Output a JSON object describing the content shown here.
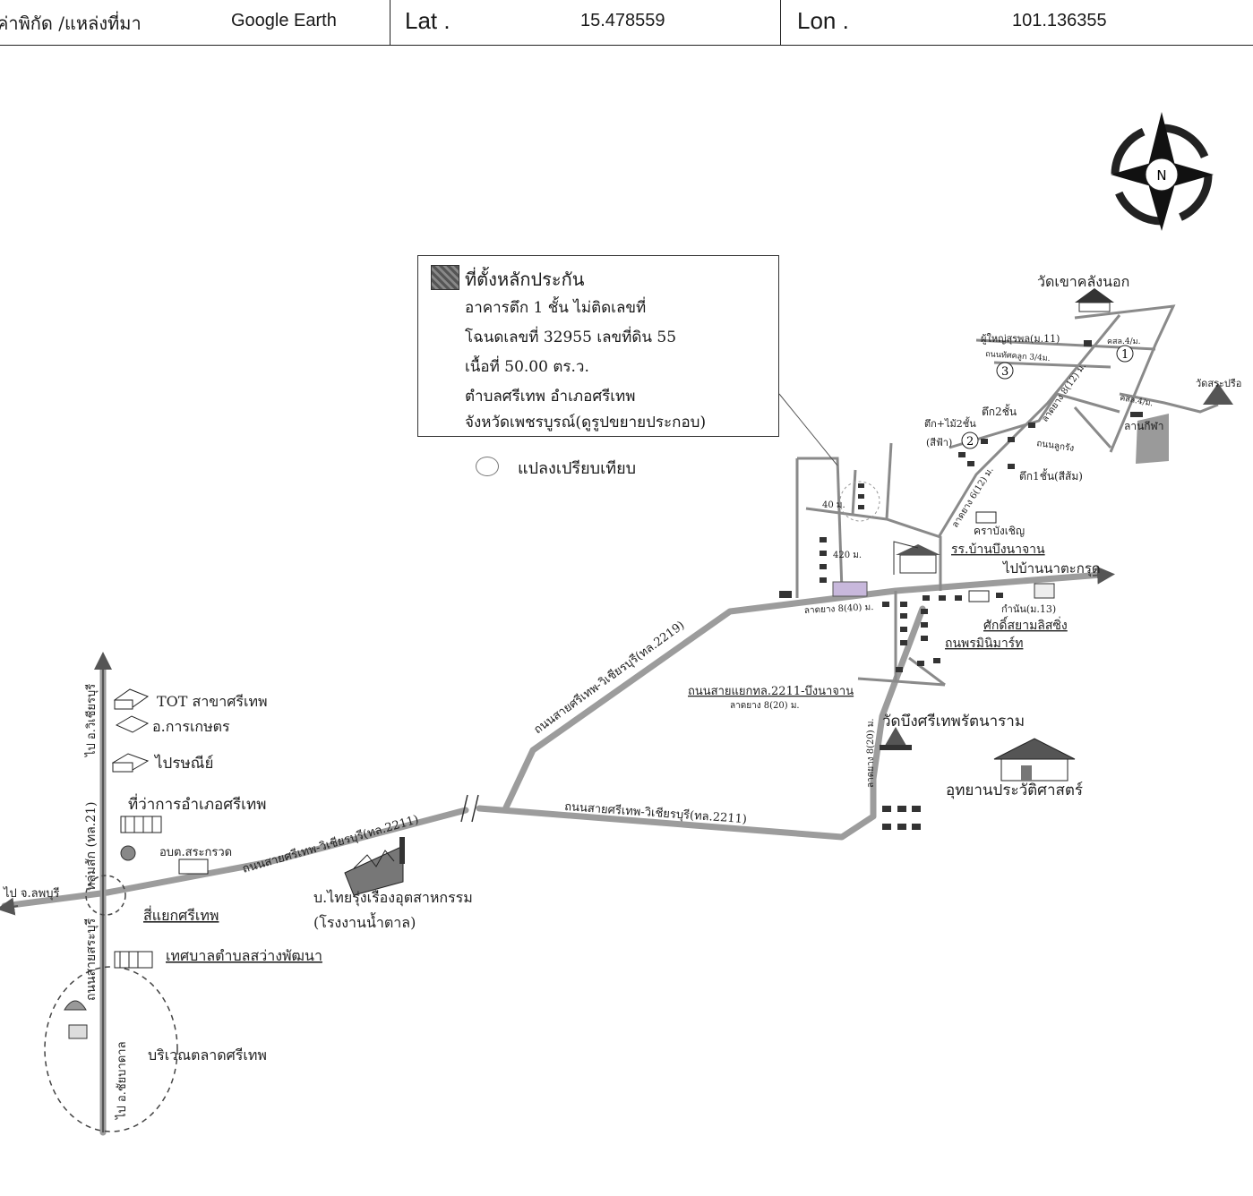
{
  "header": {
    "coord_label": "ค่าพิกัด /แหล่งที่มา",
    "source": "Google Earth",
    "lat_label": "Lat .",
    "lat_value": "15.478559",
    "lon_label": "Lon .",
    "lon_value": "101.136355"
  },
  "compass": {
    "north_letter": "N",
    "icon": "north-arrow-icon"
  },
  "legend": {
    "title": "ที่ตั้งหลักประกัน",
    "line1": "อาคารตึก 1 ชั้น ไม่ติดเลขที่",
    "line2": "โฉนดเลขที่ 32955 เลขที่ดิน 55",
    "line3": "เนื้อที่ 50.00 ตร.ว.",
    "line4": "ตำบลศรีเทพ อำเภอศรีเทพ",
    "line5": "จังหวัดเพชรบูรณ์(ดูรูปขยายประกอบ)",
    "comparable": "แปลงเปรียบเทียบ"
  },
  "labels": {
    "wat_khao": "วัดเขาคลังนอก",
    "phuyai": "ผู้ใหญ่สุรพล(ม.11)",
    "road_a": "ถนนทัศคลูก 3/4ม.",
    "kso4": "คสล.4/ม.",
    "road_b": "คสล.4/ม.",
    "lat_b8_12": "ลาดยาง 8(12) ม.",
    "wat_sa": "วัดสระปรือ",
    "stadium": "ลานกีฬา",
    "tuk2": "ตึก2ชั้น",
    "tuk_wood": "ตึก+ไม้2ชั้น",
    "sky": "(สีฟ้า)",
    "thanon_luk": "ถนนลูกรัง",
    "tuk1": "ตึก1ชั้น(สีส้ม)",
    "dist40": "40 ม.",
    "dist420": "420 ม.",
    "lat_b6": "ลาดยาง 6(12) ม.",
    "kra": "คราบังเชิญ",
    "school": "รร.บ้านบึงนาจาน",
    "to_natakrut": "ไปบ้านนาตะกรุด",
    "lat_b8_40": "ลาดยาง 8(40) ม.",
    "kamnan": "กำนัน(ม.13)",
    "sak": "ศักดิ์สยามลิสซิ่ง",
    "phon": "ถนพรมินิมาร์ท",
    "road_2219": "ถนนสายศรีเทพ-วิเชียรบุรี(ทล.2219)",
    "road_junction": "ถนนสายแยกทล.2211-บึงนาจาน",
    "lat_b8_20": "ลาดยาง 8(20) ม.",
    "lat_b8_20v": "ลาดยาง 8(20) ม.",
    "wat_bueng": "วัดบึงศรีเทพรัตนาราม",
    "park": "อุทยานประวัติศาสตร์",
    "road_2211_east": "ถนนสายศรีเทพ-วิเชียรบุรี(ทล.2211)",
    "road_2211_west": "ถนนสายศรีเทพ-วิเชียรบุรี(ทล.2211)",
    "factory1": "บ.ไทยรุ่งเรืองอุตสาหกรรม",
    "factory2": "(โรงงานน้ำตาล)",
    "tot": "TOT สาขาศรีเทพ",
    "agri": "อ.การเกษตร",
    "post": "ไปรษณีย์",
    "district": "ที่ว่าการอำเภอศรีเทพ",
    "obt": "อบต.สระกรวด",
    "to_lopburi": "ไป จ.ลพบุรี",
    "to_wichian": "ไป อ.วิเชียรบุรี",
    "road21": "หล่มสัก (ทล.21)",
    "saraburi": "ถนนสายสระบุรี",
    "intersection": "สี่แยกศรีเทพ",
    "municipality": "เทศบาลตำบลสว่างพัฒนา",
    "to_chaibadan": "ไป อ.ชัยบาดาล",
    "market": "บริเวณตลาดศรีเทพ"
  },
  "colors": {
    "road": "#9c9c9c",
    "ink": "#222222",
    "site": "#c8b8dc"
  }
}
